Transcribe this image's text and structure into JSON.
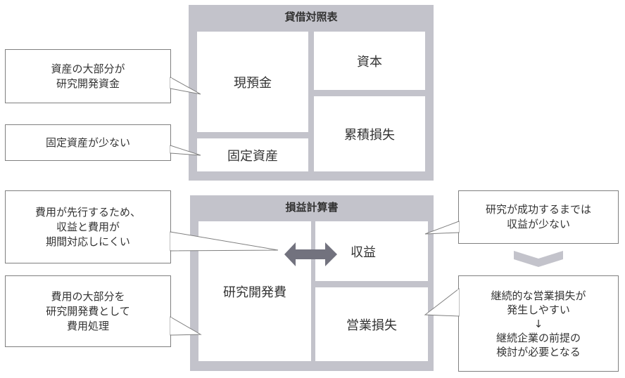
{
  "balance_sheet": {
    "title": "貸借対照表",
    "cash": "現預金",
    "fixed_assets": "固定資産",
    "capital": "資本",
    "accumulated_deficit": "累積損失"
  },
  "income_statement": {
    "title": "損益計算書",
    "rd_expense": "研究開発費",
    "revenue": "収益",
    "operating_loss": "営業損失"
  },
  "callouts": {
    "cash_note": "資産の大部分が\n研究開発資金",
    "fixed_assets_note": "固定資産が少ない",
    "matching_note": "費用が先行するため、\n収益と費用が\n期間対応しにくい",
    "rd_note": "費用の大部分を\n研究開発費として\n費用処理",
    "revenue_note": "研究が成功するまでは\n収益が少ない",
    "loss_note": "継続的な営業損失が\n発生しやすい\n↓\n継続企業の前提の\n検討が必要となる"
  },
  "colors": {
    "panel": "#c3c3cb",
    "arrow": "#72727e",
    "chevron": "#c3c3cb",
    "border": "#7f7f7f"
  }
}
